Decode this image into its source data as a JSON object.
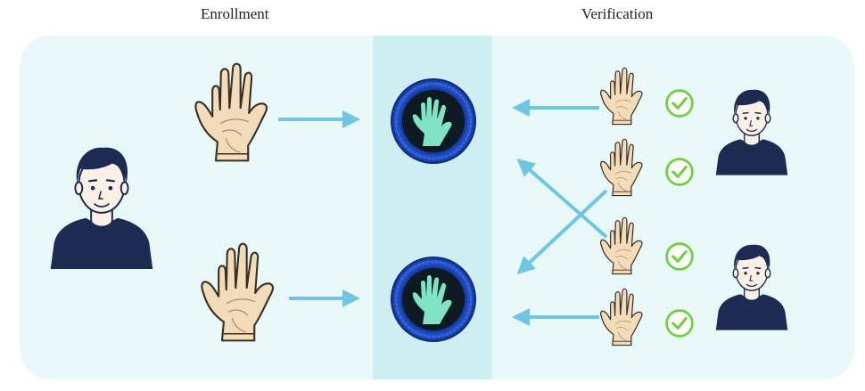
{
  "headers": {
    "enrollment": "Enrollment",
    "verification": "Verification"
  },
  "colors": {
    "panel_bg": "#e9f8f8",
    "center_band": "#cdeff2",
    "arrow": "#6ec6e0",
    "person_shirt": "#1d2a52",
    "hair": "#1d2a52",
    "skin": "#fbf0e6",
    "hand_skin": "#f3dcb9",
    "hand_outline": "#3a2e24",
    "scanner_ring": "#1b3fa8",
    "scanner_core": "#0d1a22",
    "palm_glow": "#7fe3c4",
    "check": "#6fcf3f"
  },
  "icons": {
    "enroll_person": "person-icon",
    "verify_person": "person-icon",
    "hand": "open-palm-icon",
    "scanner": "palm-scanner-icon",
    "check": "check-circle-icon",
    "arrow": "arrow-icon"
  },
  "verification_results": [
    "check",
    "check",
    "check",
    "check"
  ]
}
